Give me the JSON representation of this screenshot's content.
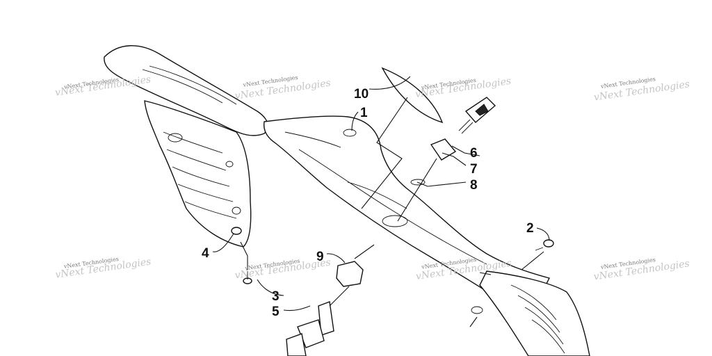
{
  "watermark": {
    "text": "vNext Technologies"
  },
  "callouts": [
    {
      "id": "callout-1",
      "label": "1"
    },
    {
      "id": "callout-2",
      "label": "2"
    },
    {
      "id": "callout-3",
      "label": "3"
    },
    {
      "id": "callout-4",
      "label": "4"
    },
    {
      "id": "callout-5",
      "label": "5"
    },
    {
      "id": "callout-6",
      "label": "6"
    },
    {
      "id": "callout-7",
      "label": "7"
    },
    {
      "id": "callout-8",
      "label": "8"
    },
    {
      "id": "callout-9",
      "label": "9"
    },
    {
      "id": "callout-10",
      "label": "10"
    }
  ]
}
